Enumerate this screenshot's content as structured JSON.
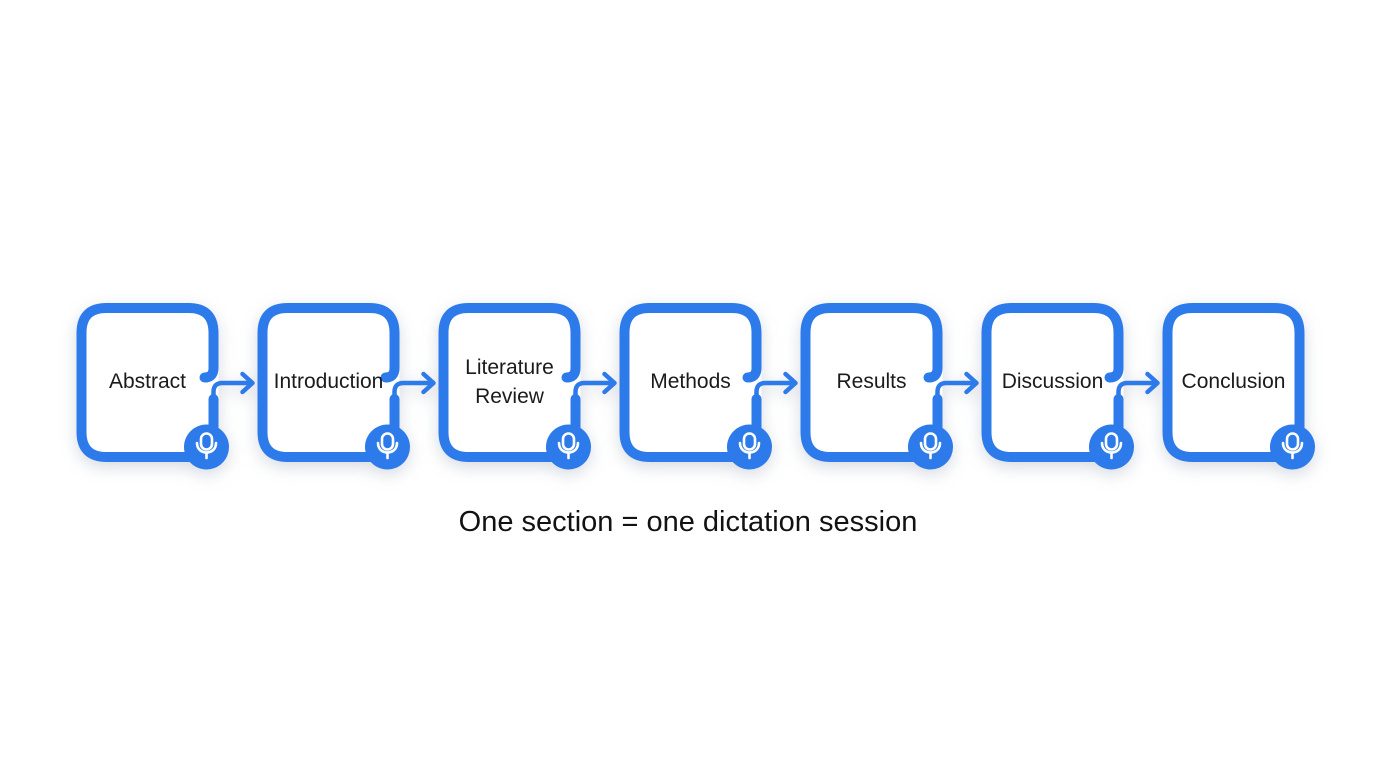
{
  "colors": {
    "accent": "#2d7bea",
    "box_fill": "#ffffff",
    "icon_color": "#ffffff",
    "text": "#1b1b1b",
    "background": "#ffffff"
  },
  "flow": {
    "sections": [
      {
        "label": "Abstract",
        "badge_icon": "microphone-icon"
      },
      {
        "label": "Introduction",
        "badge_icon": "microphone-icon"
      },
      {
        "label": "Literature Review",
        "badge_icon": "microphone-icon"
      },
      {
        "label": "Methods",
        "badge_icon": "microphone-icon"
      },
      {
        "label": "Results",
        "badge_icon": "microphone-icon"
      },
      {
        "label": "Discussion",
        "badge_icon": "microphone-icon"
      },
      {
        "label": "Conclusion",
        "badge_icon": "microphone-icon"
      }
    ],
    "connector_icon": "arrow-right-icon",
    "caption": "One section = one dictation session"
  }
}
